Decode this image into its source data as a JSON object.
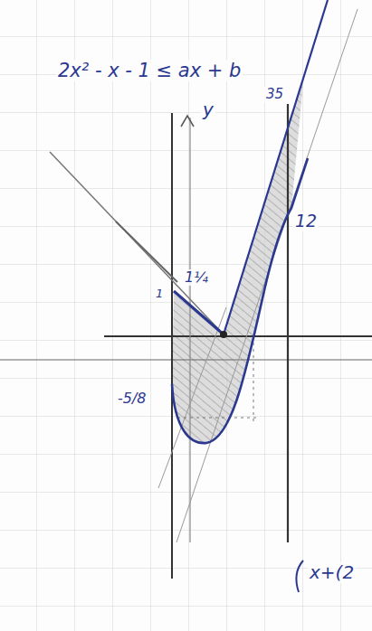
{
  "diagram": {
    "labels": [
      "2x² - x - 1 ≤ ax + b",
      "y",
      "35",
      "12",
      "1¼",
      "1",
      "-5/8",
      "x+(2"
    ]
  }
}
